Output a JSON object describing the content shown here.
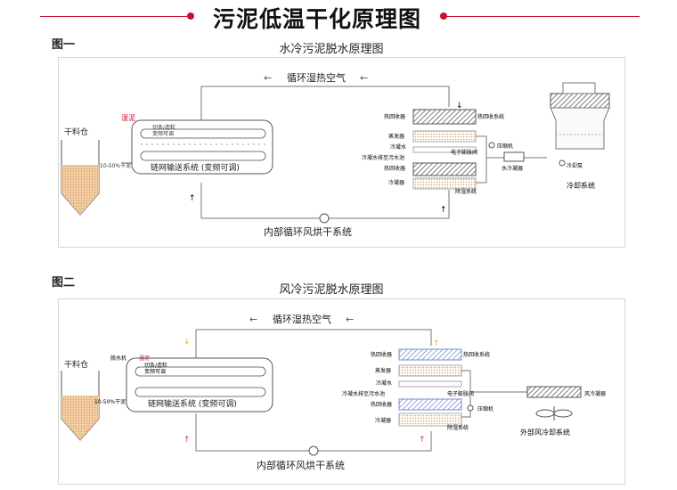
{
  "header": {
    "title": "污泥低温干化原理图"
  },
  "figures": [
    {
      "label": "图一",
      "title": "水冷污泥脱水原理图",
      "top_loop": "循环湿热空气",
      "bottom_loop": "内部循环风烘干系统",
      "hopper": "干料仓",
      "wet_sludge": "湿泥",
      "cut_strip": "切条/造粒",
      "vfd": "变频可调",
      "belt": "链网输送系统 (变频可调)",
      "moisture": "10-50%干泥",
      "unit_labels_left": [
        "热回收器",
        "蒸发器",
        "冷凝水",
        "冷凝水排至污水池",
        "热回收器",
        "冷凝器"
      ],
      "unit_labels_right": [
        "热回收系统",
        "电子膨胀阀",
        "除湿系统"
      ],
      "compressor": "压缩机",
      "water_condenser": "水冷凝器",
      "pump": "冷却泵",
      "cooling_system": "冷却系统"
    },
    {
      "label": "图二",
      "title": "风冷污泥脱水原理图",
      "top_loop": "循环湿热空气",
      "bottom_loop": "内部循环风烘干系统",
      "hopper": "干料仓",
      "dewater": "脱水机",
      "wet_sludge": "湿泥",
      "cut_strip": "切条/造粒",
      "vfd": "变频可调",
      "belt": "链网输送系统 (变频可调)",
      "moisture": "10-50%干泥",
      "unit_labels_left": [
        "热回收器",
        "蒸发器",
        "冷凝水",
        "冷凝水排至污水池",
        "热回收器",
        "冷凝器"
      ],
      "unit_labels_right": [
        "热回收系统",
        "电子膨胀阀",
        "除湿系统"
      ],
      "compressor": "压缩机",
      "air_condenser": "风冷凝器",
      "cooling_system": "外部风冷却系统"
    }
  ],
  "colors": {
    "accent_red": "#c8102e",
    "line": "#666666",
    "sludge": "#e8b98c",
    "hatch": "#555555",
    "blue_hatch": "#6f8fcf",
    "arrow_yellow": "#f2b21c",
    "arrow_red": "#d9342b"
  }
}
